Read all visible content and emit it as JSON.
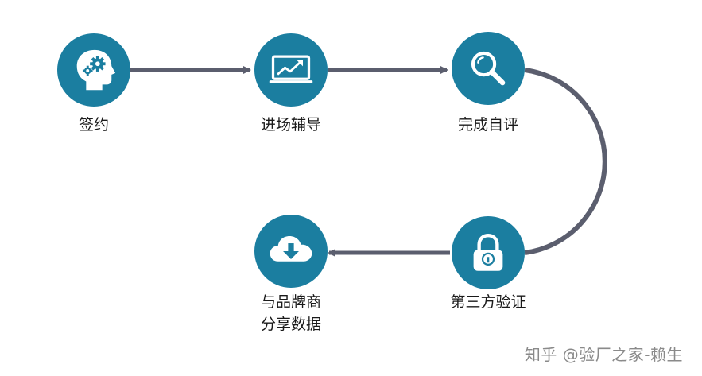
{
  "colors": {
    "circle": "#1b7ea0",
    "connector": "#5b5e6e",
    "icon": "#ffffff",
    "text": "#1a1a1a",
    "watermark": "#8a8a8a"
  },
  "steps": [
    {
      "label": "签约",
      "icon": "head-gears-icon"
    },
    {
      "label": "进场辅导",
      "icon": "monitor-chart-icon"
    },
    {
      "label": "完成自评",
      "icon": "magnifier-icon"
    },
    {
      "label": "第三方验证",
      "icon": "padlock-icon"
    },
    {
      "label_line1": "与品牌商",
      "label_line2": "分享数据",
      "icon": "cloud-download-icon"
    }
  ],
  "watermark": "知乎 @验厂之家-赖生"
}
